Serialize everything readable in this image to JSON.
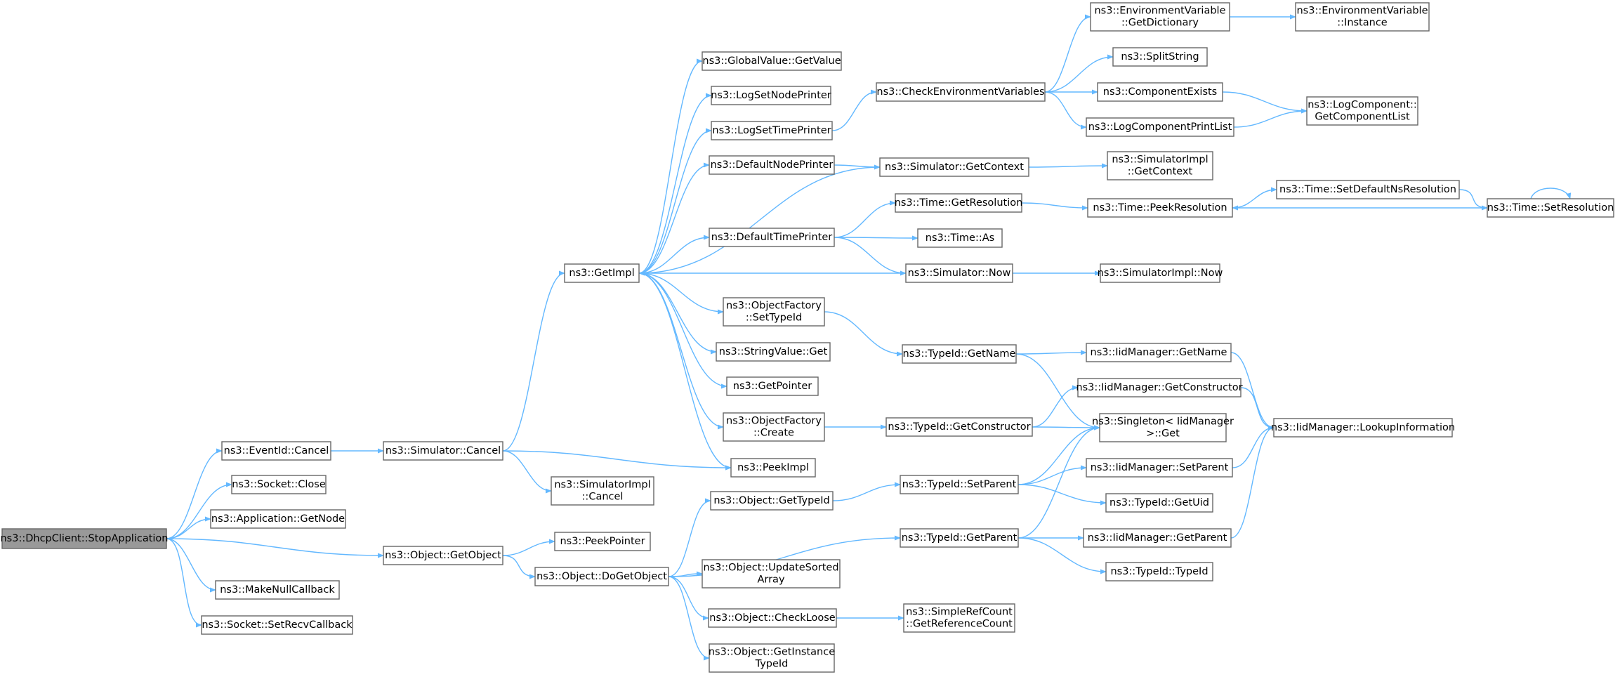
{
  "accent": "#63b8ff",
  "root_fill": "#999999",
  "nodes": [
    {
      "id": "root",
      "lines": [
        "ns3::DhcpClient::StopApplication"
      ]
    },
    {
      "id": "eventid_cancel",
      "lines": [
        "ns3::EventId::Cancel"
      ]
    },
    {
      "id": "socket_close",
      "lines": [
        "ns3::Socket::Close"
      ]
    },
    {
      "id": "app_getnode",
      "lines": [
        "ns3::Application::GetNode"
      ]
    },
    {
      "id": "object_getobject",
      "lines": [
        "ns3::Object::GetObject"
      ]
    },
    {
      "id": "makenullcallback",
      "lines": [
        "ns3::MakeNullCallback"
      ]
    },
    {
      "id": "socket_setrecv",
      "lines": [
        "ns3::Socket::SetRecvCallback"
      ]
    },
    {
      "id": "sim_cancel",
      "lines": [
        "ns3::Simulator::Cancel"
      ]
    },
    {
      "id": "peekpointer",
      "lines": [
        "ns3::PeekPointer"
      ]
    },
    {
      "id": "dogetobject",
      "lines": [
        "ns3::Object::DoGetObject"
      ]
    },
    {
      "id": "getimpl",
      "lines": [
        "ns3::GetImpl"
      ]
    },
    {
      "id": "simimpl_cancel",
      "lines": [
        "ns3::SimulatorImpl",
        "::Cancel"
      ]
    },
    {
      "id": "peekimpl",
      "lines": [
        "ns3::PeekImpl"
      ]
    },
    {
      "id": "globalvalue_get",
      "lines": [
        "ns3::GlobalValue::GetValue"
      ]
    },
    {
      "id": "logsetnode",
      "lines": [
        "ns3::LogSetNodePrinter"
      ]
    },
    {
      "id": "logsettime",
      "lines": [
        "ns3::LogSetTimePrinter"
      ]
    },
    {
      "id": "defaultnode",
      "lines": [
        "ns3::DefaultNodePrinter"
      ]
    },
    {
      "id": "defaulttime",
      "lines": [
        "ns3::DefaultTimePrinter"
      ]
    },
    {
      "id": "objfactory_settypeid",
      "lines": [
        "ns3::ObjectFactory",
        "::SetTypeId"
      ]
    },
    {
      "id": "stringvalue_get",
      "lines": [
        "ns3::StringValue::Get"
      ]
    },
    {
      "id": "getpointer",
      "lines": [
        "ns3::GetPointer"
      ]
    },
    {
      "id": "objfactory_create",
      "lines": [
        "ns3::ObjectFactory",
        "::Create"
      ]
    },
    {
      "id": "object_gettypeid",
      "lines": [
        "ns3::Object::GetTypeId"
      ]
    },
    {
      "id": "updatesorted",
      "lines": [
        "ns3::Object::UpdateSorted",
        "Array"
      ]
    },
    {
      "id": "checkloose",
      "lines": [
        "ns3::Object::CheckLoose"
      ]
    },
    {
      "id": "getinstancetypeid",
      "lines": [
        "ns3::Object::GetInstance",
        "TypeId"
      ]
    },
    {
      "id": "checkenv",
      "lines": [
        "ns3::CheckEnvironmentVariables"
      ]
    },
    {
      "id": "sim_getcontext",
      "lines": [
        "ns3::Simulator::GetContext"
      ]
    },
    {
      "id": "time_getres",
      "lines": [
        "ns3::Time::GetResolution"
      ]
    },
    {
      "id": "time_as",
      "lines": [
        "ns3::Time::As"
      ]
    },
    {
      "id": "sim_now",
      "lines": [
        "ns3::Simulator::Now"
      ]
    },
    {
      "id": "typeid_getname",
      "lines": [
        "ns3::TypeId::GetName"
      ]
    },
    {
      "id": "typeid_getctor",
      "lines": [
        "ns3::TypeId::GetConstructor"
      ]
    },
    {
      "id": "typeid_setparent",
      "lines": [
        "ns3::TypeId::SetParent"
      ]
    },
    {
      "id": "typeid_getparent",
      "lines": [
        "ns3::TypeId::GetParent"
      ]
    },
    {
      "id": "simplerefcount",
      "lines": [
        "ns3::SimpleRefCount",
        "::GetReferenceCount"
      ]
    },
    {
      "id": "envvar_getdict",
      "lines": [
        "ns3::EnvironmentVariable",
        "::GetDictionary"
      ]
    },
    {
      "id": "splitstring",
      "lines": [
        "ns3::SplitString"
      ]
    },
    {
      "id": "componentexists",
      "lines": [
        "ns3::ComponentExists"
      ]
    },
    {
      "id": "logcompprintlist",
      "lines": [
        "ns3::LogComponentPrintList"
      ]
    },
    {
      "id": "simimpl_getcontext",
      "lines": [
        "ns3::SimulatorImpl",
        "::GetContext"
      ]
    },
    {
      "id": "time_peekres",
      "lines": [
        "ns3::Time::PeekResolution"
      ]
    },
    {
      "id": "simimpl_now",
      "lines": [
        "ns3::SimulatorImpl::Now"
      ]
    },
    {
      "id": "iid_getname",
      "lines": [
        "ns3::IidManager::GetName"
      ]
    },
    {
      "id": "iid_getctor",
      "lines": [
        "ns3::IidManager::GetConstructor"
      ]
    },
    {
      "id": "singleton_get",
      "lines": [
        "ns3::Singleton< IidManager",
        " >::Get"
      ]
    },
    {
      "id": "iid_setparent",
      "lines": [
        "ns3::IidManager::SetParent"
      ]
    },
    {
      "id": "typeid_getuid",
      "lines": [
        "ns3::TypeId::GetUid"
      ]
    },
    {
      "id": "iid_getparent",
      "lines": [
        "ns3::IidManager::GetParent"
      ]
    },
    {
      "id": "typeid_typeid",
      "lines": [
        "ns3::TypeId::TypeId"
      ]
    },
    {
      "id": "envvar_instance",
      "lines": [
        "ns3::EnvironmentVariable",
        "::Instance"
      ]
    },
    {
      "id": "logcomp_getlist",
      "lines": [
        "ns3::LogComponent::",
        "GetComponentList"
      ]
    },
    {
      "id": "time_setdefaultns",
      "lines": [
        "ns3::Time::SetDefaultNsResolution"
      ]
    },
    {
      "id": "time_setres",
      "lines": [
        "ns3::Time::SetResolution"
      ]
    },
    {
      "id": "iid_lookup",
      "lines": [
        "ns3::IidManager::LookupInformation"
      ]
    }
  ],
  "edges": [
    [
      "root",
      "eventid_cancel"
    ],
    [
      "root",
      "socket_close"
    ],
    [
      "root",
      "app_getnode"
    ],
    [
      "root",
      "object_getobject"
    ],
    [
      "root",
      "makenullcallback"
    ],
    [
      "root",
      "socket_setrecv"
    ],
    [
      "eventid_cancel",
      "sim_cancel"
    ],
    [
      "sim_cancel",
      "getimpl"
    ],
    [
      "sim_cancel",
      "simimpl_cancel"
    ],
    [
      "sim_cancel",
      "peekimpl"
    ],
    [
      "object_getobject",
      "peekpointer"
    ],
    [
      "object_getobject",
      "dogetobject"
    ],
    [
      "getimpl",
      "globalvalue_get"
    ],
    [
      "getimpl",
      "logsetnode"
    ],
    [
      "getimpl",
      "logsettime"
    ],
    [
      "getimpl",
      "defaultnode"
    ],
    [
      "getimpl",
      "defaulttime"
    ],
    [
      "getimpl",
      "objfactory_settypeid"
    ],
    [
      "getimpl",
      "stringvalue_get"
    ],
    [
      "getimpl",
      "getpointer"
    ],
    [
      "getimpl",
      "objfactory_create"
    ],
    [
      "getimpl",
      "peekimpl"
    ],
    [
      "logsettime",
      "checkenv"
    ],
    [
      "defaultnode",
      "sim_getcontext"
    ],
    [
      "sim_getcontext",
      "getimpl"
    ],
    [
      "defaulttime",
      "time_getres"
    ],
    [
      "defaulttime",
      "time_as"
    ],
    [
      "defaulttime",
      "sim_now"
    ],
    [
      "sim_now",
      "getimpl"
    ],
    [
      "sim_now",
      "simimpl_now"
    ],
    [
      "objfactory_settypeid",
      "typeid_getname"
    ],
    [
      "objfactory_create",
      "typeid_getctor"
    ],
    [
      "dogetobject",
      "object_gettypeid"
    ],
    [
      "dogetobject",
      "typeid_getparent"
    ],
    [
      "dogetobject",
      "updatesorted"
    ],
    [
      "dogetobject",
      "checkloose"
    ],
    [
      "dogetobject",
      "getinstancetypeid"
    ],
    [
      "object_gettypeid",
      "typeid_setparent"
    ],
    [
      "checkloose",
      "simplerefcount"
    ],
    [
      "checkenv",
      "envvar_getdict"
    ],
    [
      "checkenv",
      "splitstring"
    ],
    [
      "checkenv",
      "componentexists"
    ],
    [
      "checkenv",
      "logcompprintlist"
    ],
    [
      "envvar_getdict",
      "envvar_instance"
    ],
    [
      "componentexists",
      "logcomp_getlist"
    ],
    [
      "logcompprintlist",
      "logcomp_getlist"
    ],
    [
      "sim_getcontext",
      "simimpl_getcontext"
    ],
    [
      "time_getres",
      "time_peekres"
    ],
    [
      "time_peekres",
      "time_setdefaultns"
    ],
    [
      "time_setdefaultns",
      "time_setres"
    ],
    [
      "time_setres",
      "time_peekres"
    ],
    [
      "time_setres",
      "time_setres"
    ],
    [
      "typeid_getname",
      "iid_getname"
    ],
    [
      "typeid_getname",
      "singleton_get"
    ],
    [
      "typeid_getctor",
      "iid_getctor"
    ],
    [
      "typeid_getctor",
      "singleton_get"
    ],
    [
      "typeid_setparent",
      "singleton_get"
    ],
    [
      "typeid_setparent",
      "iid_setparent"
    ],
    [
      "typeid_setparent",
      "typeid_getuid"
    ],
    [
      "typeid_getparent",
      "singleton_get"
    ],
    [
      "typeid_getparent",
      "iid_getparent"
    ],
    [
      "typeid_getparent",
      "typeid_typeid"
    ],
    [
      "iid_getname",
      "iid_lookup"
    ],
    [
      "iid_getctor",
      "iid_lookup"
    ],
    [
      "iid_setparent",
      "iid_lookup"
    ],
    [
      "iid_getparent",
      "iid_lookup"
    ]
  ]
}
